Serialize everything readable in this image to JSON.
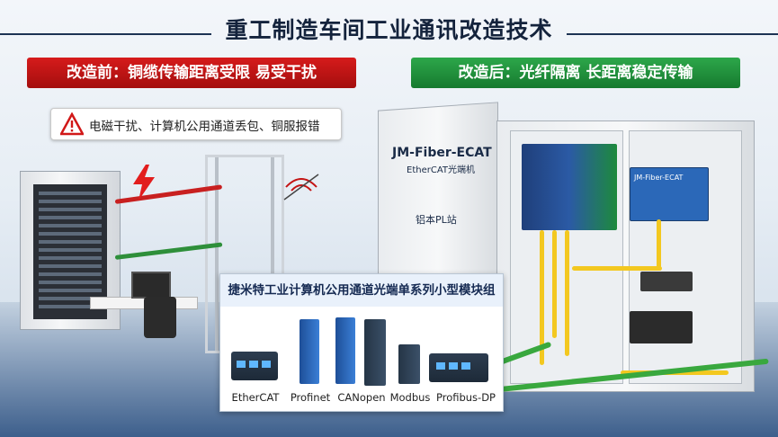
{
  "title": "重工制造车间工业通讯改造技术",
  "before_banner": "改造前：铜缆传输距离受限 易受干扰",
  "after_banner": "改造后：光纤隔离 长距离稳定传输",
  "warning_text": "电磁干扰、计算机公用通道丢包、铜服报错",
  "device_label_main": "JM-Fiber-ECAT",
  "device_label_sub": "EtherCAT光端机",
  "device_label_right": "JM-Fiber-ECAT",
  "plc_label": "铝本PL站",
  "product_panel_title": "捷米特工业计算机公用通道光端单系列小型模块组",
  "products": [
    {
      "label": "EtherCAT"
    },
    {
      "label": "Profinet"
    },
    {
      "label": "CANopen"
    },
    {
      "label": "Modbus"
    },
    {
      "label": "Profibus-DP"
    }
  ],
  "colors": {
    "alert_red": "#c41414",
    "ok_green": "#1f8d3a",
    "fiber_yellow": "#f3c820"
  }
}
